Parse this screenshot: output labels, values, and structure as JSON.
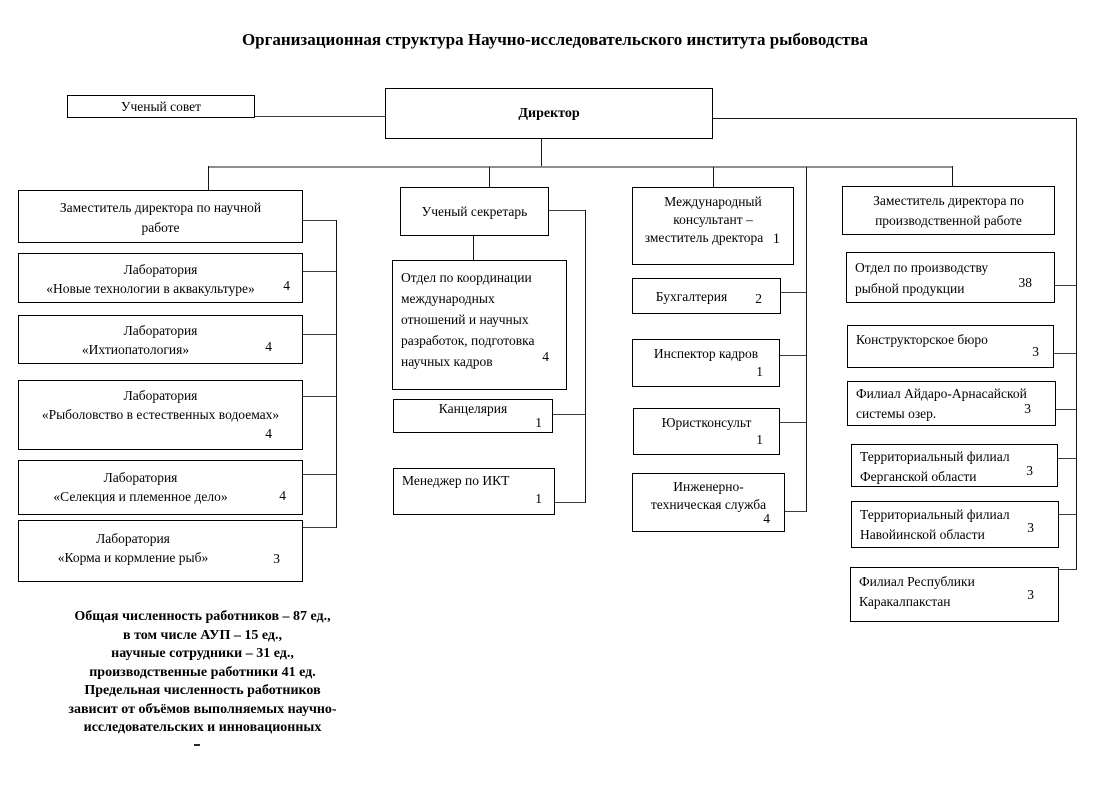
{
  "title": "Организационная структура Научно-исследовательского института рыбоводства",
  "top": {
    "council": "Ученый совет",
    "director": "Директор"
  },
  "col1": {
    "head": {
      "l1": "Заместитель директора по научной",
      "l2": "работе"
    },
    "labs": [
      {
        "l1": "Лаборатория",
        "l2": "«Новые технологии в аквакультуре»",
        "count": "4"
      },
      {
        "l1": "Лаборатория",
        "l2": "«Ихтиопатология»",
        "count": "4"
      },
      {
        "l1": "Лаборатория",
        "l2": "«Рыболовство в естественных водоемах»",
        "count": "4"
      },
      {
        "l1": "Лаборатория",
        "l2": "«Селекция и племенное дело»",
        "count": "4"
      },
      {
        "l1": "Лаборатория",
        "l2": "«Корма и кормление рыб»",
        "count": "3"
      }
    ]
  },
  "col2": {
    "secretary": "Ученый секретарь",
    "dept": {
      "l1": "Отдел по координации",
      "l2": "международных",
      "l3": "отношений и научных",
      "l4": "разработок, подготовка",
      "l5": "научных кадров",
      "count": "4"
    },
    "chancellery": {
      "label": "Канцелярия",
      "count": "1"
    },
    "ict_manager": {
      "label": "Менеджер по ИКТ",
      "count": "1"
    }
  },
  "col3": {
    "consultant": {
      "l1": "Международный",
      "l2": "консультант –",
      "l3": "зместитель дректора",
      "count": "1"
    },
    "accounting": {
      "label": "Бухгалтерия",
      "count": "2"
    },
    "hr_inspector": {
      "label": "Инспектор кадров",
      "count": "1"
    },
    "legal_counsel": {
      "label": "Юристконсульт",
      "count": "1"
    },
    "engineering": {
      "l1": "Инженерно-",
      "l2": "техническая служба",
      "count": "4"
    }
  },
  "col4": {
    "head": {
      "l1": "Заместитель директора по",
      "l2": "производственной работе"
    },
    "units": [
      {
        "l1": "Отдел по производству",
        "l2": "рыбной продукции",
        "count": "38"
      },
      {
        "l1": "Конструкторское бюро",
        "count": "3"
      },
      {
        "l1": "Филиал Айдаро-Арнасайской",
        "l2": "системы озер.",
        "count": "3"
      },
      {
        "l1": "Территориальный филиал",
        "l2": "Ферганской области",
        "count": "3"
      },
      {
        "l1": "Территориальный филиал",
        "l2": "Навойинской области",
        "count": "3"
      },
      {
        "l1": "Филиал Республики",
        "l2": "Каракалпакстан",
        "count": "3"
      }
    ]
  },
  "footer": {
    "lines": [
      "Общая численность работников – 87 ед.,",
      "в том числе АУП – 15 ед.,",
      "научные сотрудники – 31 ед.,",
      "производственные работники 41 ед.",
      "Предельная численность работников",
      "зависит от объёмов выполняемых научно-",
      "исследовательских и инновационных"
    ]
  }
}
